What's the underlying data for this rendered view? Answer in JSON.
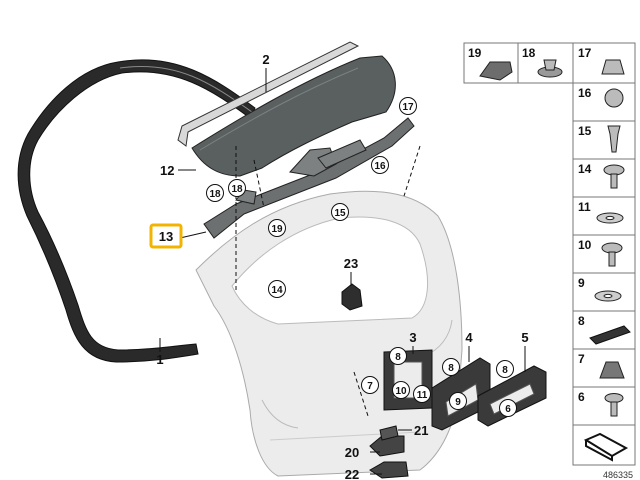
{
  "callouts": {
    "c1": "1",
    "c2": "2",
    "c3": "3",
    "c4": "4",
    "c5": "5",
    "c12": "12",
    "c13": "13",
    "c20": "20",
    "c21": "21",
    "c22": "22",
    "c23": "23"
  },
  "circled": {
    "p17": "17",
    "p16": "16",
    "p18a": "18",
    "p18b": "18",
    "p19": "19",
    "p15": "15",
    "p14": "14",
    "p8a": "8",
    "p8b": "8",
    "p8c": "8",
    "p7": "7",
    "p10": "10",
    "p11": "11",
    "p9": "9",
    "p6": "6"
  },
  "parts_panel": {
    "top": [
      "19",
      "18",
      "17"
    ],
    "column": [
      "16",
      "15",
      "14",
      "11",
      "10",
      "9",
      "8",
      "7",
      "6"
    ]
  },
  "highlighted_part": "13",
  "diagram_ref": "486335",
  "colors": {
    "highlight": "#f2b400",
    "part_fill": "#5a5f60",
    "hatch_fill": "#ececec"
  }
}
